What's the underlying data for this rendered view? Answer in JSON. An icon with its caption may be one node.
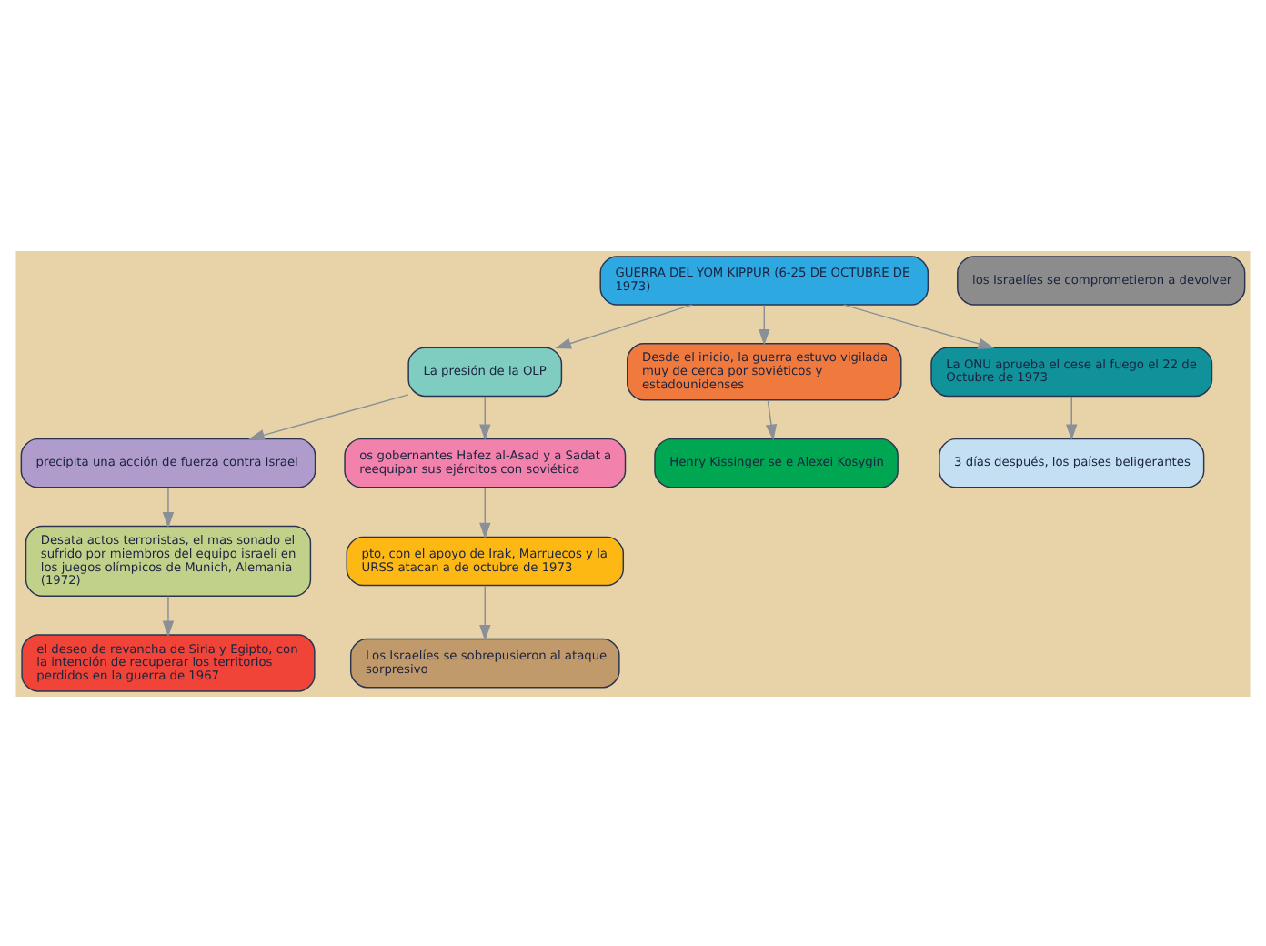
{
  "diagram": {
    "nodes": [
      {
        "text": [
          "GUERRA DEL YOM KIPPUR (6-25 DE OCTUBRE DE 1973)"
        ]
      },
      {
        "text": [
          "La presión de la OLP"
        ]
      },
      {
        "text": [
          "precipita una acción de fuerza contra Israel"
        ]
      },
      {
        "text": [
          "Desde el inicio, la guerra estuvo vigilada muy de cerca por soviéticos y estadounidenses"
        ]
      },
      {
        "text": [
          "os gobernantes Hafez al-Asad y a Sadat a reequipar sus ejércitos con soviética"
        ]
      },
      {
        "text": [
          "Desata actos terroristas, el mas sonado el sufrido por miembros del equipo israelí en los juegos olímpicos de Munich, Alemania (1972)"
        ]
      },
      {
        "text": [
          "el deseo de revancha de Siria y Egipto, con la intención de recuperar los territorios perdidos en la guerra de 1967"
        ]
      },
      {
        "text": [
          "Henry Kissinger se e Alexei Kosygin"
        ]
      },
      {
        "text": [
          "pto, con el apoyo de Irak, Marruecos y la URSS atacan a de octubre de 1973"
        ]
      },
      {
        "text": [
          "Los Israelíes se sobrepusieron al ataque sorpresivo"
        ]
      },
      {
        "text": [
          "los Israelíes se comprometieron a devolver"
        ]
      },
      {
        "text": [
          "La ONU aprueba el cese al fuego el 22 de Octubre de 1973"
        ]
      },
      {
        "text": [
          "3 días después, los países beligerantes"
        ]
      }
    ],
    "edges": [
      {
        "from": 0,
        "to": 1,
        "arrow": "to"
      },
      {
        "from": 1,
        "to": 4,
        "arrow": "to"
      },
      {
        "from": 1,
        "to": 2,
        "arrow": "to"
      },
      {
        "from": 0,
        "to": 3,
        "arrow": "to"
      },
      {
        "from": 2,
        "to": 5,
        "arrow": "to"
      },
      {
        "from": 5,
        "to": 6,
        "arrow": "to"
      },
      {
        "from": 3,
        "to": 7,
        "arrow": "to"
      },
      {
        "from": 4,
        "to": 8,
        "arrow": "to"
      },
      {
        "from": 8,
        "to": 9,
        "arrow": "to"
      },
      {
        "from": 0,
        "to": 11,
        "arrow": "to"
      },
      {
        "from": 11,
        "to": 12,
        "arrow": "to"
      }
    ]
  }
}
